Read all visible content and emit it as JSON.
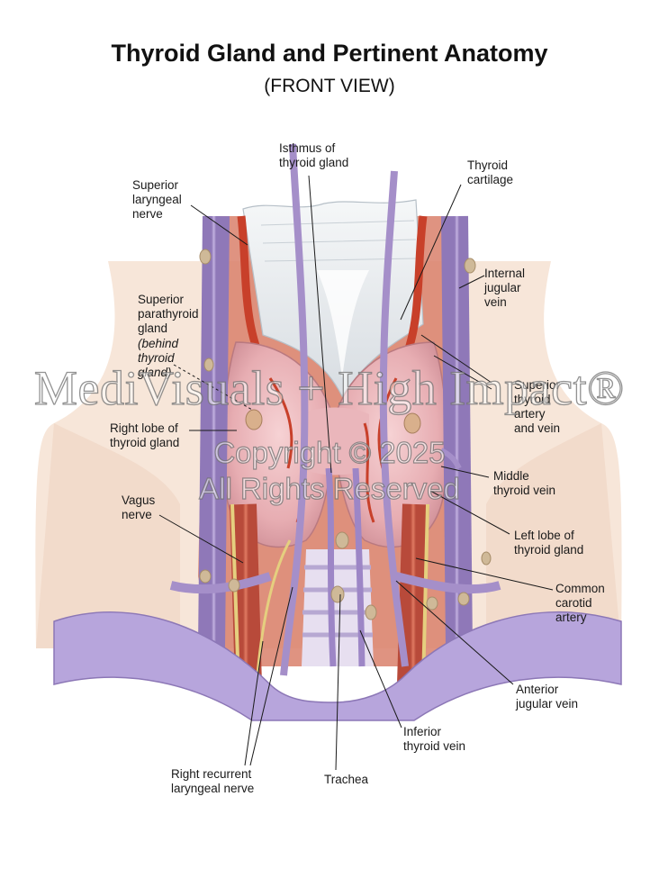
{
  "title": "Thyroid Gland and Pertinent Anatomy",
  "subtitle": "(FRONT VIEW)",
  "labels": {
    "isthmus": "Isthmus of\nthyroid gland",
    "thyroid_cartilage": "Thyroid\ncartilage",
    "superior_laryngeal_nerve": "Superior\nlaryngeal\nnerve",
    "internal_jugular_vein": "Internal\njugular\nvein",
    "superior_parathyroid_gland": "Superior\nparathyroid\ngland",
    "behind_thyroid_gland": "(behind\nthyroid\ngland)",
    "superior_thyroid_artery_vein": "Superior\nthyroid\nartery\nand vein",
    "right_lobe": "Right lobe of\nthyroid gland",
    "middle_thyroid_vein": "Middle\nthyroid vein",
    "vagus_nerve": "Vagus\nnerve",
    "left_lobe": "Left lobe of\nthyroid gland",
    "common_carotid_artery": "Common\ncarotid\nartery",
    "anterior_jugular_vein": "Anterior\njugular vein",
    "inferior_thyroid_vein": "Inferior\nthyroid vein",
    "right_recurrent_laryngeal_nerve": "Right recurrent\nlaryngeal nerve",
    "trachea": "Trachea"
  },
  "watermark": {
    "brand": "MediVisuals + High Impact®",
    "copyright": "Copyright © 2025",
    "rights": "All Rights Reserved"
  },
  "colors": {
    "thyroid": "#e9b3b8",
    "artery": "#c8402a",
    "vein": "#a58fc9",
    "cartilage": "#eef1f3",
    "nerve": "#e9d48a",
    "skin": "#f6e2d3"
  }
}
